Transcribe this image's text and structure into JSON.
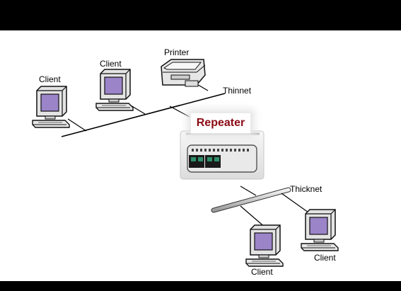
{
  "labels": {
    "client_top_left": "Client",
    "client_top_mid": "Client",
    "printer": "Printer",
    "thinnet": "Thinnet",
    "repeater": "Repeater",
    "thicknet": "Thicknet",
    "client_bottom_left": "Client",
    "client_bottom_right": "Client"
  },
  "colors": {
    "repeater_text": "#8b0a14",
    "screen": "#9b84c8",
    "device_body": "#ececec",
    "outline": "#111111"
  },
  "icons": [
    "computer-icon",
    "printer-icon",
    "repeater-device-icon"
  ]
}
